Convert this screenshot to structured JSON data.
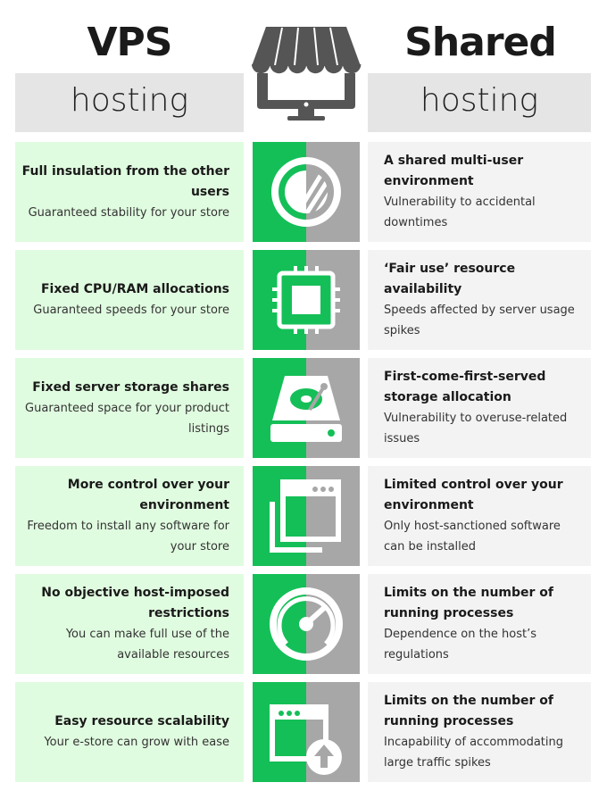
{
  "header": {
    "left_title": "VPS",
    "left_subtitle": "hosting",
    "right_title": "Shared",
    "right_subtitle": "hosting",
    "logo_icon": "storefront-monitor-icon"
  },
  "colors": {
    "green": "#14bf57",
    "gray": "#a7a7a7",
    "left_bg": "#e0fce0",
    "right_bg": "#f3f3f3",
    "header_bg": "#e5e5e5"
  },
  "rows": [
    {
      "icon": "pie-shield-icon",
      "vps_heading": "Full insulation from the other users",
      "vps_detail": "Guaranteed stability for your store",
      "shared_heading": "A shared multi-user environment",
      "shared_detail": "Vulnerability to accidental downtimes"
    },
    {
      "icon": "cpu-chip-icon",
      "vps_heading": "Fixed CPU/RAM allocations",
      "vps_detail": "Guaranteed speeds for your store",
      "shared_heading": "‘Fair use’ resource availability",
      "shared_detail": "Speeds affected by server usage spikes"
    },
    {
      "icon": "hard-drive-icon",
      "vps_heading": "Fixed server storage shares",
      "vps_detail": "Guaranteed space for your product listings",
      "shared_heading": "First-come-first-served storage allocation",
      "shared_detail": "Vulnerability to overuse-related issues"
    },
    {
      "icon": "windows-stack-icon",
      "vps_heading": "More control over your environment",
      "vps_detail": "Freedom to install any software for your store",
      "shared_heading": "Limited control over your environment",
      "shared_detail": "Only host-sanctioned software can be installed"
    },
    {
      "icon": "speedometer-icon",
      "vps_heading": "No objective host-imposed restrictions",
      "vps_detail": "You can make full use of the available resources",
      "shared_heading": "Limits on the number of running processes",
      "shared_detail": "Dependence on the host’s regulations"
    },
    {
      "icon": "window-upload-icon",
      "vps_heading": "Easy resource scalability",
      "vps_detail": "Your e-store can grow with ease",
      "shared_heading": "Limits on the number of running processes",
      "shared_detail": "Incapability of accommodating large traffic spikes"
    }
  ]
}
